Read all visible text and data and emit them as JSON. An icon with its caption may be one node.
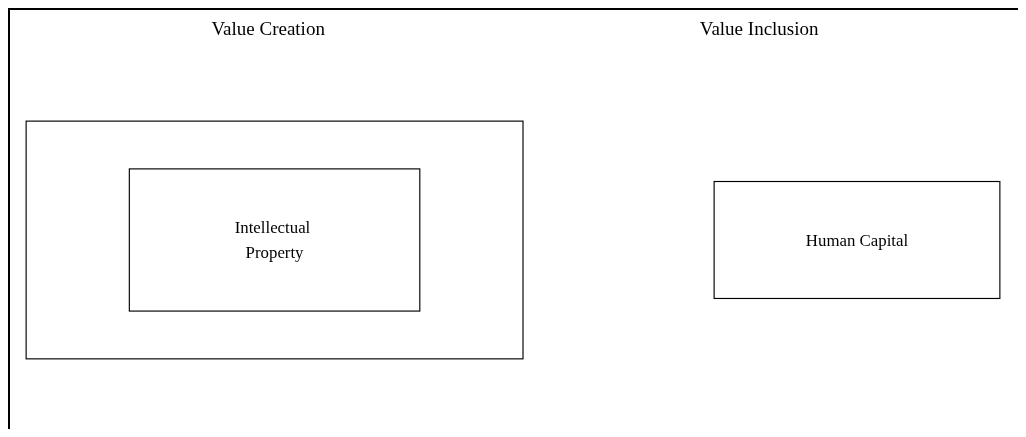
{
  "diagram": {
    "nodes": [
      {
        "text": [
          "Human Capital"
        ]
      },
      {
        "text": [],
        "shape": "box"
      },
      {
        "text": [
          "Intellectual Property"
        ],
        "in": 1
      }
    ],
    "labels": [
      "Value Creation",
      "Value Inclusion"
    ]
  }
}
